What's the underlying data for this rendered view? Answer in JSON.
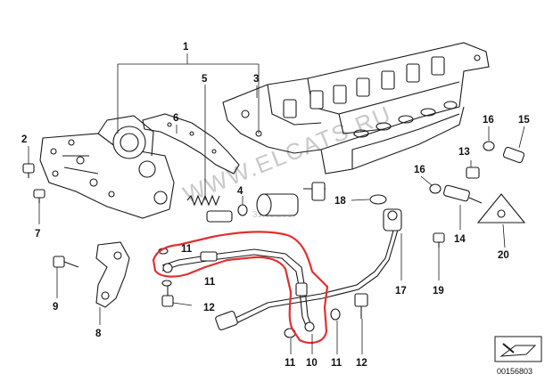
{
  "diagram": {
    "figure_id": "00156803",
    "watermark": "WWW.ELCATS.RU",
    "watermark_date": "31.03.2017",
    "highlight_color": "#e03030",
    "callouts": {
      "c1": "1",
      "c2": "2",
      "c3": "3",
      "c4": "4",
      "c5": "5",
      "c6": "6",
      "c7": "7",
      "c8": "8",
      "c9": "9",
      "c10": "10",
      "c11a": "11",
      "c11b": "11",
      "c11c": "11",
      "c11d": "11",
      "c12a": "12",
      "c12b": "12",
      "c13": "13",
      "c14": "14",
      "c15": "15",
      "c16a": "16",
      "c16b": "16",
      "c17": "17",
      "c18": "18",
      "c19": "19",
      "c20": "20"
    }
  }
}
